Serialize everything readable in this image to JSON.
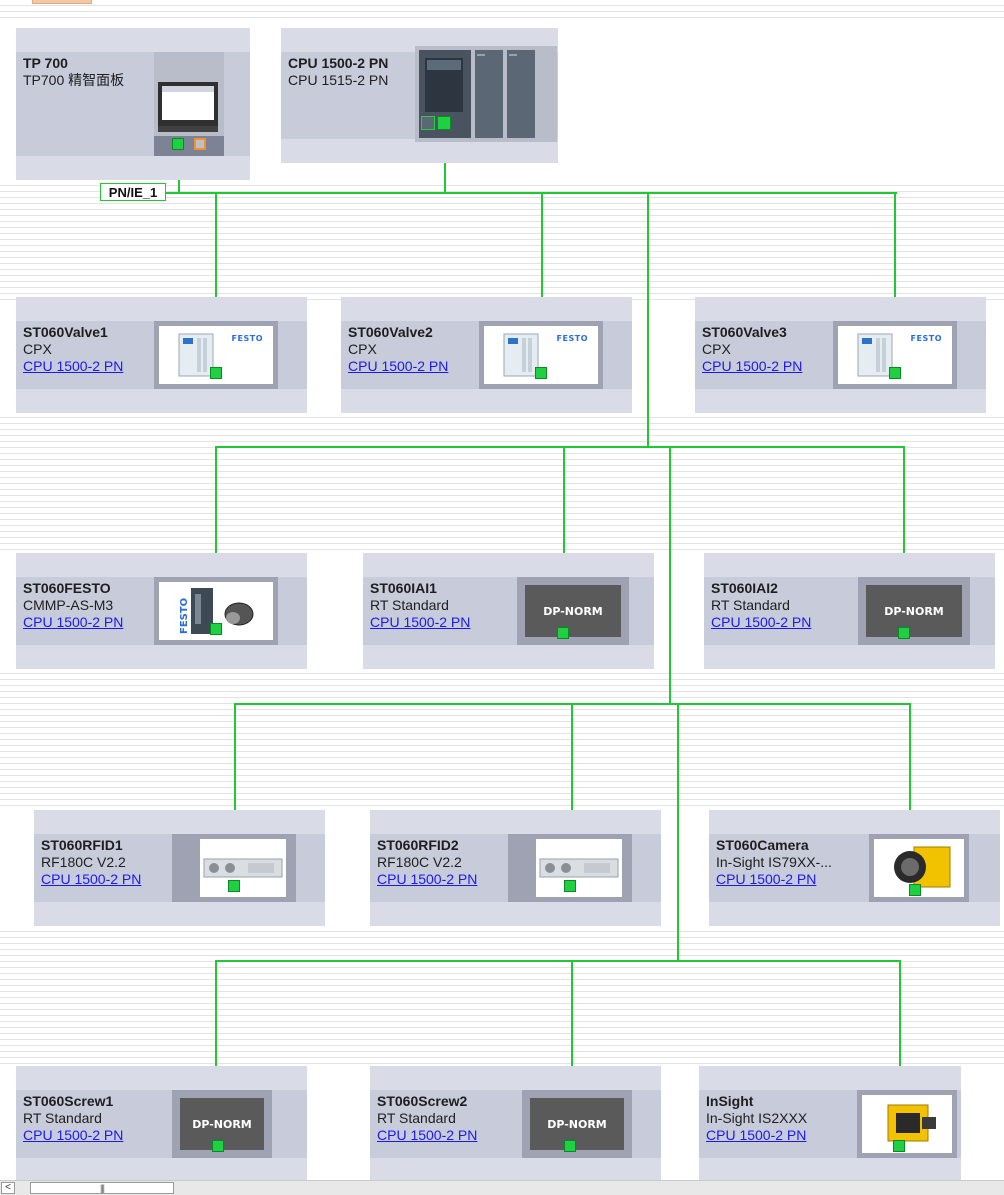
{
  "network": {
    "label": "PN/IE_1",
    "line_color": "#22c834"
  },
  "devices": {
    "tp700": {
      "name": "TP 700",
      "type": "TP700 精智面板",
      "icon": "hmi-panel-icon"
    },
    "cpu": {
      "name": "CPU 1500-2 PN",
      "type": "CPU 1515-2 PN",
      "icon": "plc-cpu-icon"
    },
    "valve1": {
      "name": "ST060Valve1",
      "type": "CPX",
      "controller": "CPU 1500-2 PN",
      "brand": "FESTO"
    },
    "valve2": {
      "name": "ST060Valve2",
      "type": "CPX",
      "controller": "CPU 1500-2 PN",
      "brand": "FESTO"
    },
    "valve3": {
      "name": "ST060Valve3",
      "type": "CPX",
      "controller": "CPU 1500-2 PN",
      "brand": "FESTO"
    },
    "festo": {
      "name": "ST060FESTO",
      "type": "CMMP-AS-M3",
      "controller": "CPU 1500-2 PN",
      "brand": "FESTO"
    },
    "iai1": {
      "name": "ST060IAI1",
      "type": "RT Standard",
      "controller": "CPU 1500-2 PN",
      "badge": "DP-NORM"
    },
    "iai2": {
      "name": "ST060IAI2",
      "type": "RT Standard",
      "controller": "CPU 1500-2 PN",
      "badge": "DP-NORM"
    },
    "rfid1": {
      "name": "ST060RFID1",
      "type": "RF180C V2.2",
      "controller": "CPU 1500-2 PN"
    },
    "rfid2": {
      "name": "ST060RFID2",
      "type": "RF180C V2.2",
      "controller": "CPU 1500-2 PN"
    },
    "camera": {
      "name": "ST060Camera",
      "type": "In-Sight IS79XX-...",
      "controller": "CPU 1500-2 PN"
    },
    "screw1": {
      "name": "ST060Screw1",
      "type": "RT Standard",
      "controller": "CPU 1500-2 PN",
      "badge": "DP-NORM"
    },
    "screw2": {
      "name": "ST060Screw2",
      "type": "RT Standard",
      "controller": "CPU 1500-2 PN",
      "badge": "DP-NORM"
    },
    "insight": {
      "name": "InSight",
      "type": "In-Sight IS2XXX",
      "controller": "CPU 1500-2 PN"
    }
  },
  "scrollbar": {
    "left_arrow": "<",
    "thumb_grip": "|||"
  },
  "colors": {
    "port_green": "#1fd042",
    "device_bg": "#d9dbe6",
    "link": "#1a1aee"
  }
}
